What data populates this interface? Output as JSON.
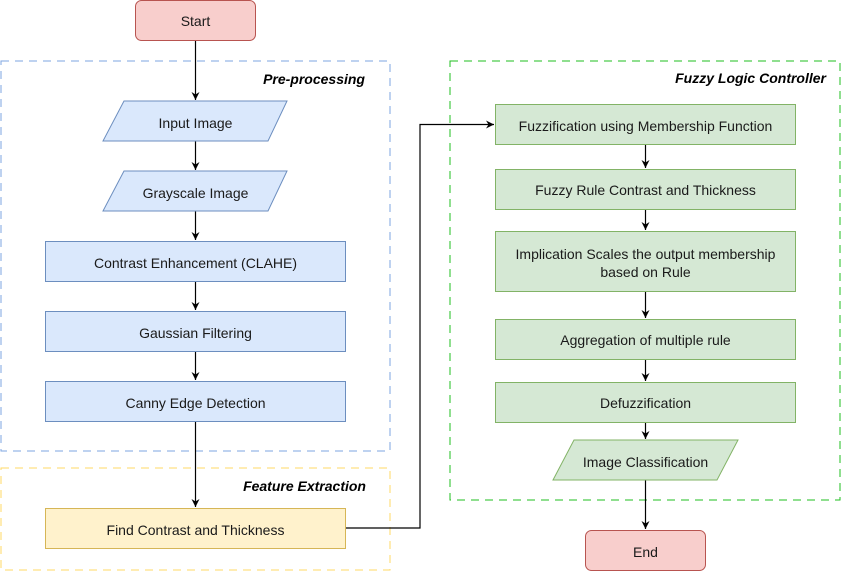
{
  "diagram": {
    "title": "",
    "groups": {
      "preprocessing": {
        "label": "Pre-processing",
        "color": "#7ea6e0"
      },
      "feature": {
        "label": "Feature Extraction",
        "color": "#ffd966"
      },
      "fuzzy": {
        "label": "Fuzzy Logic Controller",
        "color": "#1fbf1f"
      }
    },
    "nodes": {
      "start": {
        "label": "Start",
        "shape": "terminator"
      },
      "input_image": {
        "label": "Input Image",
        "shape": "data"
      },
      "grayscale_image": {
        "label": "Grayscale Image",
        "shape": "data"
      },
      "clahe": {
        "label": "Contrast Enhancement (CLAHE)",
        "shape": "process"
      },
      "gaussian": {
        "label": "Gaussian Filtering",
        "shape": "process"
      },
      "canny": {
        "label": "Canny Edge Detection",
        "shape": "process"
      },
      "find_contrast": {
        "label": "Find Contrast and Thickness",
        "shape": "process"
      },
      "fuzzification": {
        "label": "Fuzzification using Membership Function",
        "shape": "process"
      },
      "fuzzy_rule": {
        "label": "Fuzzy Rule Contrast and Thickness",
        "shape": "process"
      },
      "implication": {
        "label_line1": "Implication Scales the output membership",
        "label_line2": "based on Rule",
        "shape": "process"
      },
      "aggregation": {
        "label": "Aggregation of multiple rule",
        "shape": "process"
      },
      "defuzzification": {
        "label": "Defuzzification",
        "shape": "process"
      },
      "image_classification": {
        "label": "Image Classification",
        "shape": "data"
      },
      "end": {
        "label": "End",
        "shape": "terminator"
      }
    },
    "edges": [
      [
        "start",
        "input_image"
      ],
      [
        "input_image",
        "grayscale_image"
      ],
      [
        "grayscale_image",
        "clahe"
      ],
      [
        "clahe",
        "gaussian"
      ],
      [
        "gaussian",
        "canny"
      ],
      [
        "canny",
        "find_contrast"
      ],
      [
        "find_contrast",
        "fuzzification"
      ],
      [
        "fuzzification",
        "fuzzy_rule"
      ],
      [
        "fuzzy_rule",
        "implication"
      ],
      [
        "implication",
        "aggregation"
      ],
      [
        "aggregation",
        "defuzzification"
      ],
      [
        "defuzzification",
        "image_classification"
      ],
      [
        "image_classification",
        "end"
      ]
    ],
    "colors": {
      "terminator_fill": "#f8cecc",
      "terminator_stroke": "#b85450",
      "blue_fill": "#dae8fc",
      "blue_stroke": "#6c8ebf",
      "yellow_fill": "#fff2cc",
      "yellow_stroke": "#d6b656",
      "green_fill": "#d5e8d4",
      "green_stroke": "#82b366"
    }
  }
}
